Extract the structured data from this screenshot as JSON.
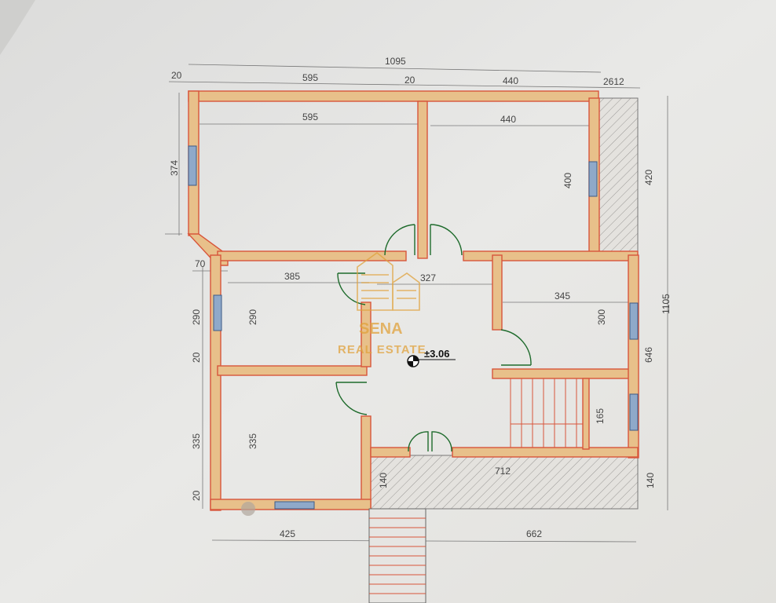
{
  "dimensions": {
    "top_total": "1095",
    "top_20a": "20",
    "top_595": "595",
    "top_20b": "20",
    "top_440": "440",
    "top_right": "2612",
    "room1_width": "595",
    "room2_width": "440",
    "left_374": "374",
    "room2_height": "400",
    "balcony_height": "420",
    "left_70": "70",
    "room3_width": "385",
    "hall_width": "327",
    "left_290": "290",
    "room3_height": "290",
    "left_20a": "20",
    "room5_width": "345",
    "room5_height": "300",
    "right_total": "1105",
    "right_646": "646",
    "stair_room_height": "165",
    "left_335": "335",
    "room4_height": "335",
    "left_20b": "20",
    "terrace_width": "712",
    "terrace_140": "140",
    "right_140": "140",
    "bottom_425": "425",
    "bottom_662": "662"
  },
  "level_marker": "±3.06",
  "watermark": {
    "brand": "SENA",
    "subtitle": "REAL ESTATE"
  },
  "colors": {
    "wall_fill": "#e8c08a",
    "wall_stroke": "#d8553b",
    "window": "#8fa9c9",
    "door": "#1e6b2c",
    "watermark": "#e0a23c"
  }
}
